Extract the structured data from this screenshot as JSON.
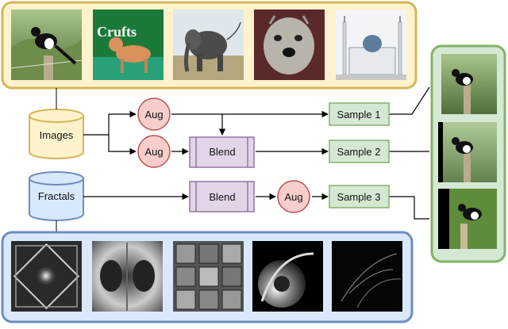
{
  "nodes": {
    "images": "Images",
    "fractals": "Fractals",
    "aug_top": "Aug",
    "aug_mid": "Aug",
    "aug_bottom": "Aug",
    "blend_top": "Blend",
    "blend_bottom": "Blend",
    "sample_1": "Sample 1",
    "sample_2": "Sample 2",
    "sample_3": "Sample 3"
  },
  "image_thumbnails": [
    {
      "subject": "magpie on fence post",
      "logo_text": ""
    },
    {
      "subject": "dog at dog show",
      "logo_text": "Crufts"
    },
    {
      "subject": "elephant in grassland",
      "logo_text": ""
    },
    {
      "subject": "scruffy terrier",
      "logo_text": ""
    },
    {
      "subject": "mosque with minarets",
      "logo_text": ""
    }
  ],
  "fractal_thumbnails": [
    {
      "pattern": "geometric diamond fractal"
    },
    {
      "pattern": "symmetric mirrored fractal"
    },
    {
      "pattern": "tiled grid fractal"
    },
    {
      "pattern": "spiral swirl fractal"
    },
    {
      "pattern": "wispy leaf fractal"
    }
  ],
  "sample_thumbnails": [
    {
      "subject": "magpie",
      "variant": "sample 1"
    },
    {
      "subject": "magpie blended",
      "variant": "sample 2"
    },
    {
      "subject": "magpie blended augmented",
      "variant": "sample 3"
    }
  ],
  "colors": {
    "images_border": "#d6b656",
    "images_fill": "#fff2cc",
    "fractals_border": "#6c8ebf",
    "fractals_fill": "#dae8fc",
    "samples_border": "#82b366",
    "samples_fill": "#d5e8d4",
    "aug_border": "#b85450",
    "aug_fill": "#f8cecc",
    "blend_border": "#9673a6",
    "blend_fill": "#e1d5e7"
  }
}
